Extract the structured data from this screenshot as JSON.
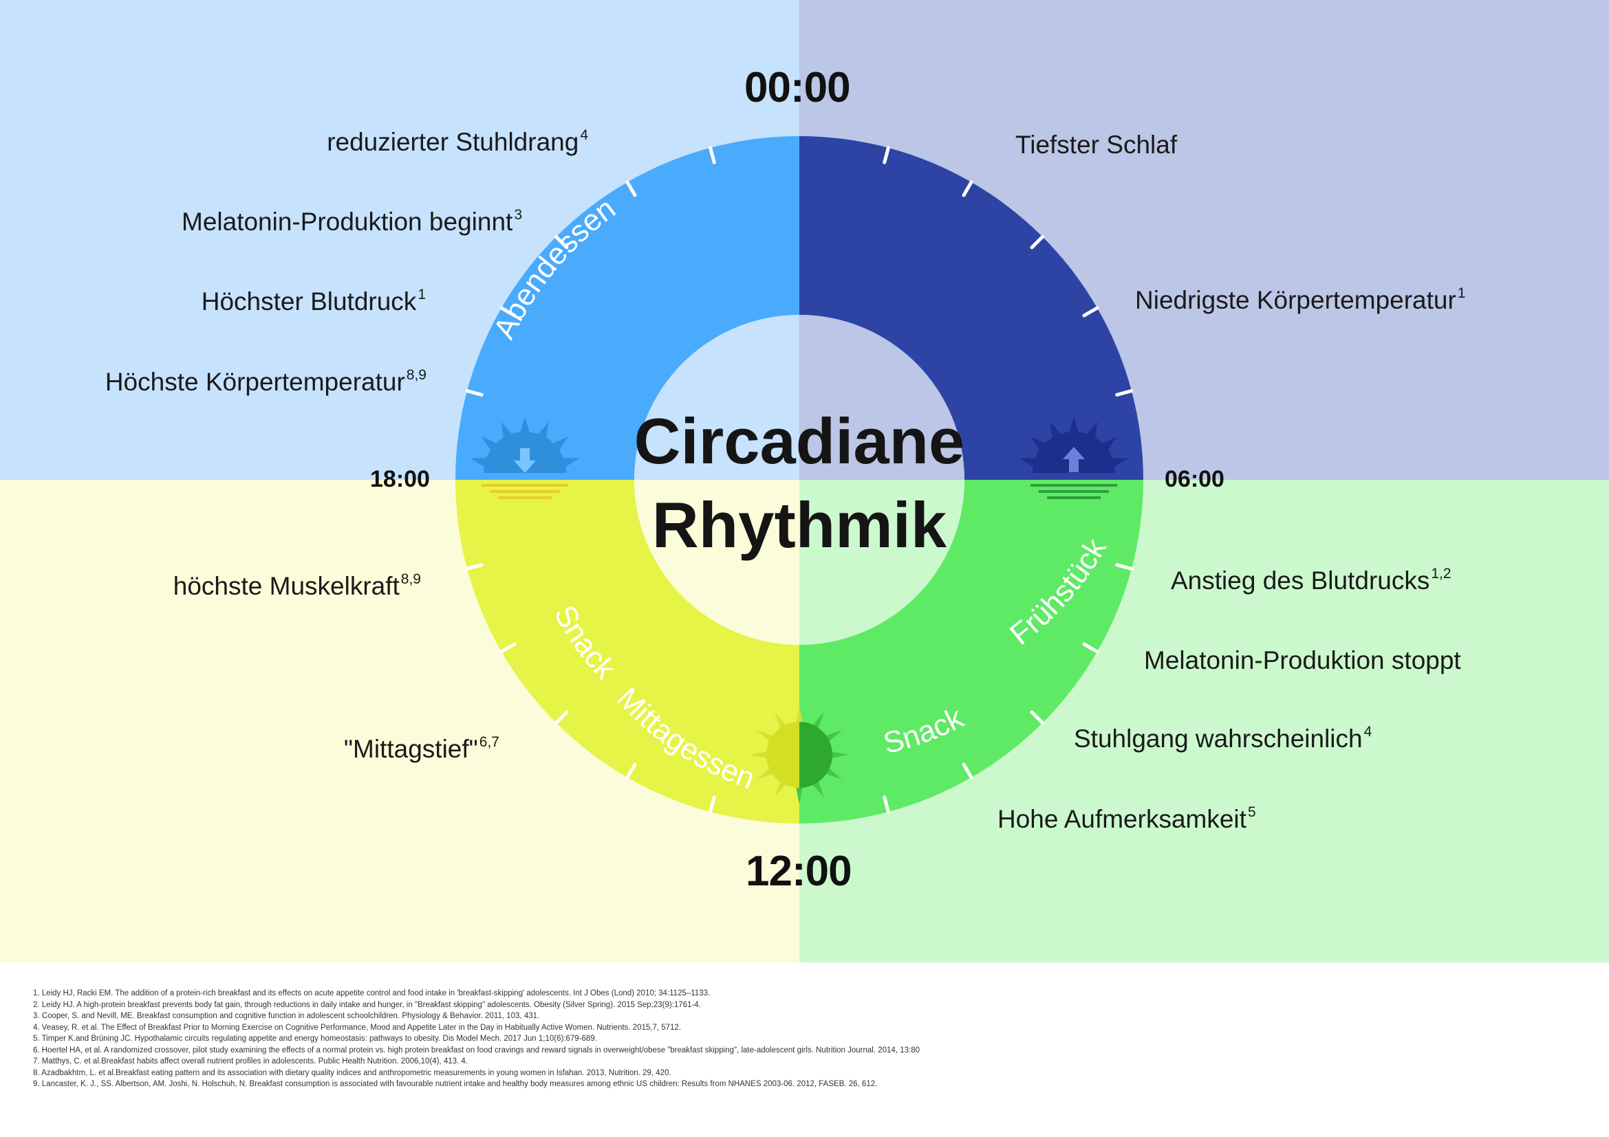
{
  "title": {
    "line1": "Circadiane",
    "line2": "Rhythmik"
  },
  "times": {
    "top": "00:00",
    "bottom": "12:00",
    "left": "18:00",
    "right": "06:00"
  },
  "ring_labels": {
    "abendessen": "Abendessen",
    "fruehstueck": "Frühstück",
    "snack_left": "Snack",
    "mittagessen": "Mittagessen",
    "snack_right": "Snack"
  },
  "events_top_left": [
    {
      "text": "reduzierter Stuhldrang",
      "sup": "4"
    },
    {
      "text": "Melatonin-Produktion beginnt",
      "sup": "3"
    },
    {
      "text": "Höchster Blutdruck",
      "sup": "1"
    },
    {
      "text": "Höchste Körpertemperatur",
      "sup": "8,9"
    }
  ],
  "events_top_right": [
    {
      "text": "Tiefster Schlaf",
      "sup": ""
    },
    {
      "text": "Niedrigste Körpertemperatur",
      "sup": "1"
    }
  ],
  "events_bottom_left": [
    {
      "text": "höchste Muskelkraft",
      "sup": "8,9"
    },
    {
      "text": "\"Mittagstief\"",
      "sup": "6,7"
    }
  ],
  "events_bottom_right": [
    {
      "text": "Anstieg des Blutdrucks",
      "sup": "1,2"
    },
    {
      "text": "Melatonin-Produktion stoppt",
      "sup": ""
    },
    {
      "text": "Stuhlgang wahrscheinlich",
      "sup": "4"
    },
    {
      "text": "Hohe Aufmerksamkeit",
      "sup": "5"
    }
  ],
  "colors": {
    "bg_top_left": "#c6e2fc",
    "bg_top_right": "#bcc6e6",
    "bg_bottom_left": "#fbfcd9",
    "bg_bottom_right": "#ccf8cd",
    "ring_evening": "#4aaafc",
    "ring_night": "#2e44a4",
    "ring_afternoon": "#e5f446",
    "ring_morning": "#5fea66"
  },
  "icons": [
    "sunset-icon",
    "sunrise-icon",
    "midday-sun-icon"
  ],
  "references": [
    "1. Leidy HJ, Racki EM. The addition of a protein-rich breakfast and its effects on acute appetite control and food intake in 'breakfast-skipping' adolescents. Int J Obes (Lond) 2010; 34:1125–1133.",
    "2. Leidy HJ. A high-protein breakfast prevents body fat gain, through reductions in daily intake and hunger, in \"Breakfast skipping\" adolescents. Obesity (Silver Spring). 2015 Sep;23(9):1761-4.",
    "3. Cooper, S. and Nevill, ME. Breakfast consumption and cognitive function in adolescent schoolchildren. Physiology & Behavior. 2011, 103, 431.",
    "4. Veasey, R. et al. The Effect of Breakfast Prior to Morning Exercise on Cognitive Performance, Mood and Appetite Later in the Day in Habitually Active Women. Nutrients. 2015,7, 5712.",
    "5. Timper K.and Brüning JC. Hypothalamic circuits regulating appetite and energy homeostasis: pathways to obesity. Dis Model Mech. 2017 Jun 1;10(6):679-689.",
    "6. Hoertel HA, et al. A randomized crossover, pilot study examining the effects of a normal protein vs. high protein breakfast on food cravings and reward signals in overweight/obese \"breakfast skipping\", late-adolescent girls. Nutrition Journal. 2014, 13:80",
    "7. Matthys, C. et al.Breakfast habits affect overall nutrient profiles in adolescents. Public Health Nutrition. 2006,10(4), 413. 4.",
    "8. Azadbakhtm, L. et al.Breakfast eating pattern and its association with dietary quality indices and anthropometric measurements in young women in Isfahan. 2013, Nutrition. 29, 420.",
    "9. Lancaster, K. J., SS. Albertson, AM. Joshi, N. Holschuh, N. Breakfast consumption is associated with favourable nutrient intake and healthy body measures among ethnic US children: Results from NHANES 2003-06. 2012, FASEB. 26, 612."
  ]
}
